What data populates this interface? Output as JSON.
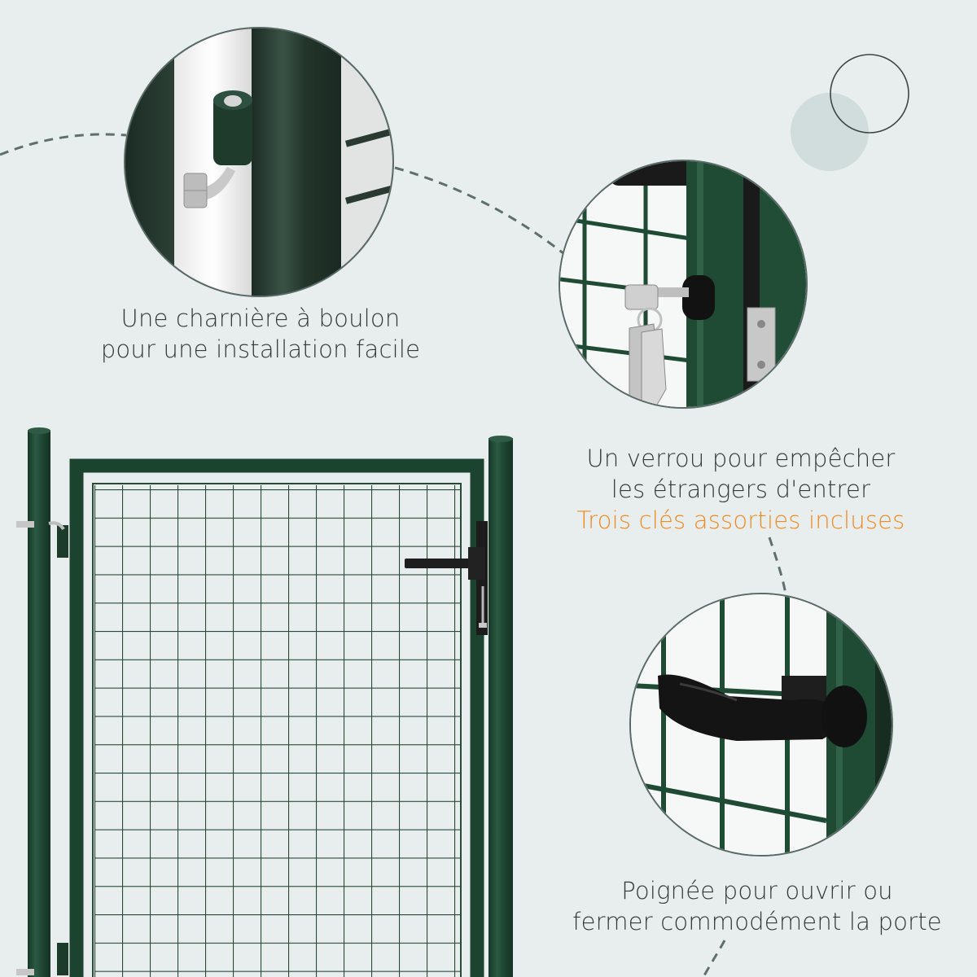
{
  "colors": {
    "background": "#e8eeee",
    "text": "#333a3c",
    "accent": "#ef8a22",
    "gate_green": "#1f4a33",
    "dash": "#5f706c"
  },
  "features": [
    {
      "id": "hinge",
      "lines": [
        "Une charnière à boulon",
        "pour une installation facile"
      ],
      "image": "bolt-hinge-closeup"
    },
    {
      "id": "lock",
      "lines": [
        "Un verrou pour empêcher",
        "les étrangers d'entrer"
      ],
      "highlight": "Trois clés assorties incluses",
      "image": "lock-with-keys-closeup"
    },
    {
      "id": "handle",
      "lines": [
        "Poignée pour ouvrir ou",
        "fermer commodément la porte"
      ],
      "image": "black-door-handle-closeup"
    }
  ],
  "product": {
    "image": "green-mesh-garden-gate"
  },
  "decor": {
    "outline_circle": "outline-circle",
    "filled_circle": "filled-circle"
  }
}
